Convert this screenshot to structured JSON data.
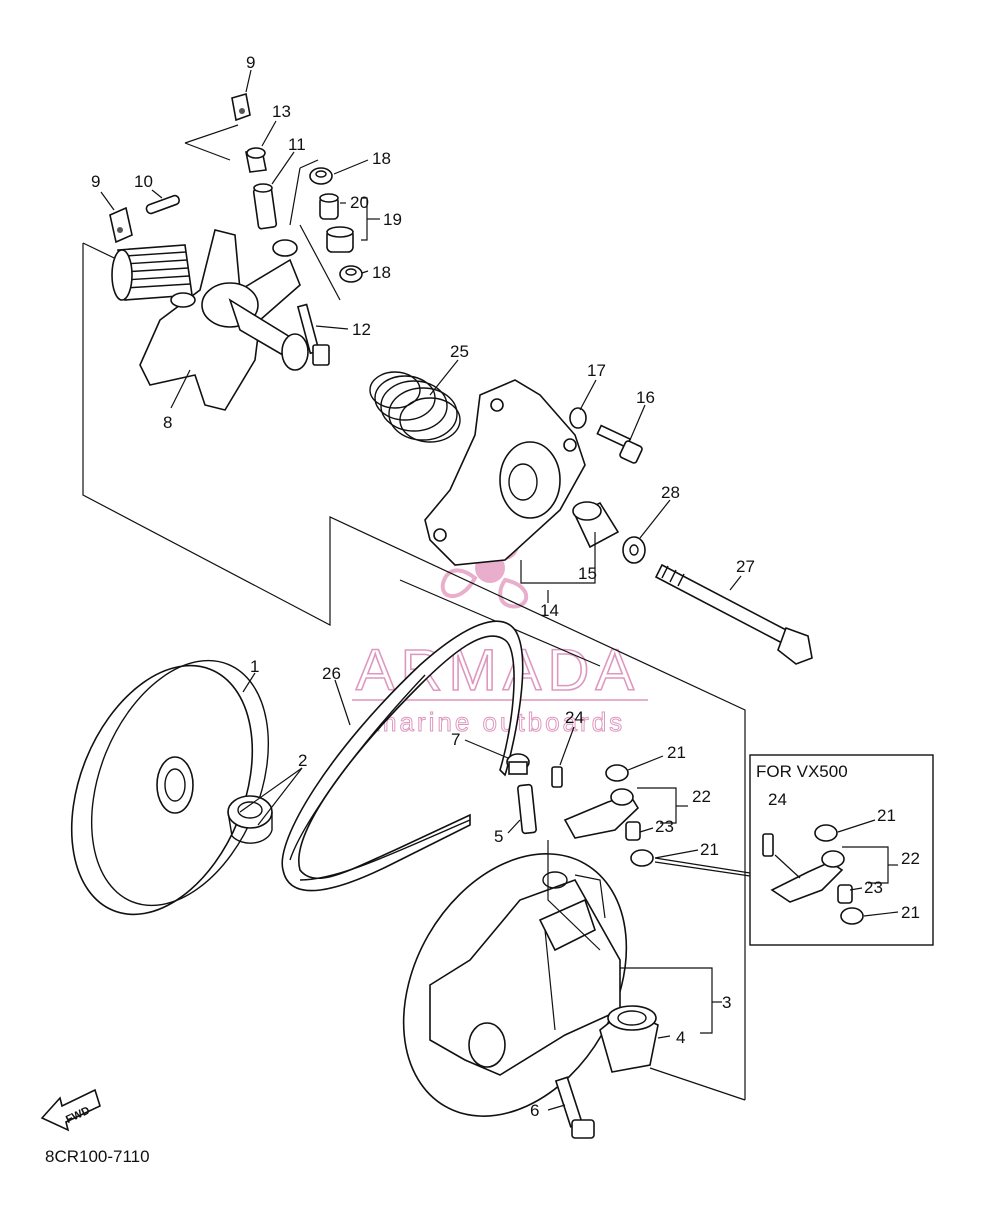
{
  "diagram": {
    "code": "8CR100-7110",
    "inset_title": "FOR VX500",
    "fwd_label": "FWD",
    "labels": [
      {
        "id": "9a",
        "text": "9"
      },
      {
        "id": "13",
        "text": "13"
      },
      {
        "id": "11",
        "text": "11"
      },
      {
        "id": "18a",
        "text": "18"
      },
      {
        "id": "9b",
        "text": "9"
      },
      {
        "id": "10",
        "text": "10"
      },
      {
        "id": "20",
        "text": "20"
      },
      {
        "id": "19",
        "text": "19"
      },
      {
        "id": "18b",
        "text": "18"
      },
      {
        "id": "12",
        "text": "12"
      },
      {
        "id": "8",
        "text": "8"
      },
      {
        "id": "25",
        "text": "25"
      },
      {
        "id": "17",
        "text": "17"
      },
      {
        "id": "16",
        "text": "16"
      },
      {
        "id": "28",
        "text": "28"
      },
      {
        "id": "15",
        "text": "15"
      },
      {
        "id": "14",
        "text": "14"
      },
      {
        "id": "27",
        "text": "27"
      },
      {
        "id": "1",
        "text": "1"
      },
      {
        "id": "26",
        "text": "26"
      },
      {
        "id": "2",
        "text": "2"
      },
      {
        "id": "7",
        "text": "7"
      },
      {
        "id": "24a",
        "text": "24"
      },
      {
        "id": "21a",
        "text": "21"
      },
      {
        "id": "22a",
        "text": "22"
      },
      {
        "id": "5",
        "text": "5"
      },
      {
        "id": "23a",
        "text": "23"
      },
      {
        "id": "21b",
        "text": "21"
      },
      {
        "id": "24b",
        "text": "24"
      },
      {
        "id": "21c",
        "text": "21"
      },
      {
        "id": "22b",
        "text": "22"
      },
      {
        "id": "23b",
        "text": "23"
      },
      {
        "id": "21d",
        "text": "21"
      },
      {
        "id": "3",
        "text": "3"
      },
      {
        "id": "4",
        "text": "4"
      },
      {
        "id": "6",
        "text": "6"
      }
    ]
  },
  "watermark": {
    "brand": "ARMADA",
    "tagline": "marine outboards",
    "color": "#e8a6c8",
    "accent": "#d987b6"
  }
}
